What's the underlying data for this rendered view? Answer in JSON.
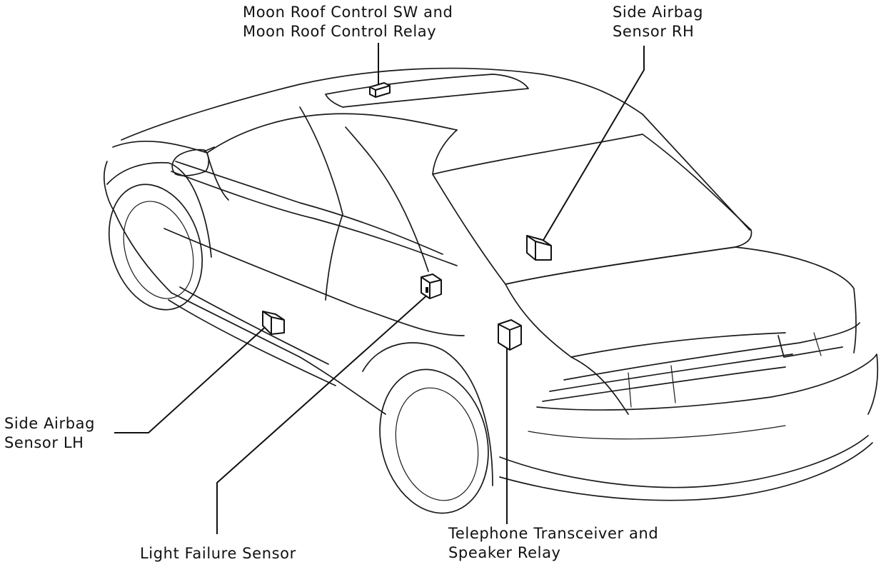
{
  "diagram": {
    "labels": {
      "moon_roof": {
        "line1": "Moon Roof Control SW and",
        "line2": "Moon Roof Control Relay"
      },
      "side_airbag_rh": {
        "line1": "Side Airbag",
        "line2": "Sensor RH"
      },
      "side_airbag_lh": {
        "line1": "Side Airbag",
        "line2": "Sensor LH"
      },
      "light_failure": {
        "line1": "Light Failure Sensor"
      },
      "telephone": {
        "line1": "Telephone Transceiver and",
        "line2": "Speaker Relay"
      }
    }
  }
}
